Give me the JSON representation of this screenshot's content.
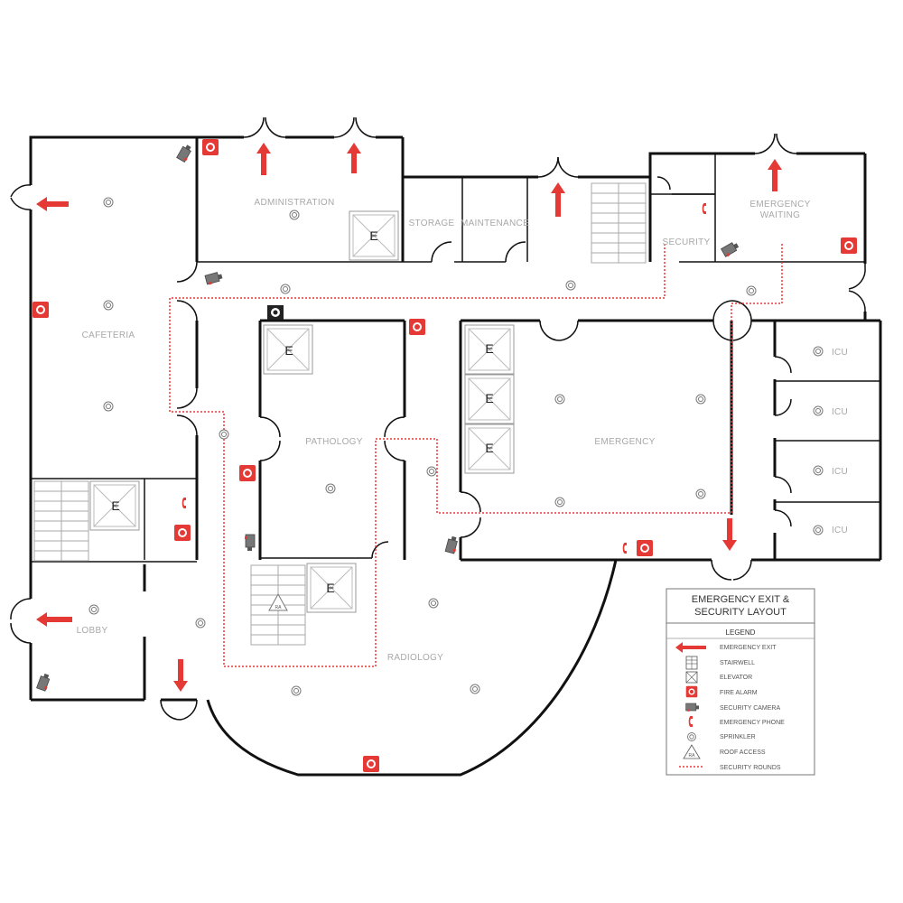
{
  "rooms": {
    "administration": "ADMINISTRATION",
    "storage": "STORAGE",
    "maintenance": "MAINTENANCE",
    "security": "SECURITY",
    "emergency_waiting_1": "EMERGENCY",
    "emergency_waiting_2": "WAITING",
    "cafeteria": "CAFETERIA",
    "pathology": "PATHOLOGY",
    "emergency": "EMERGENCY",
    "icu_1": "ICU",
    "icu_2": "ICU",
    "icu_3": "ICU",
    "icu_4": "ICU",
    "lobby": "LOBBY",
    "radiology": "RADIOLOGY"
  },
  "elevator_label": "E",
  "roof_access_label": "RA",
  "legend": {
    "title_line1": "EMERGENCY EXIT &",
    "title_line2": "SECURITY LAYOUT",
    "heading": "LEGEND",
    "items": [
      {
        "icon": "emergency-exit-arrow",
        "label": "EMERGENCY EXIT"
      },
      {
        "icon": "stairwell-icon",
        "label": "STAIRWELL"
      },
      {
        "icon": "elevator-icon",
        "label": "ELEVATOR"
      },
      {
        "icon": "fire-alarm-icon",
        "label": "FIRE ALARM"
      },
      {
        "icon": "security-camera-icon",
        "label": "SECURITY CAMERA"
      },
      {
        "icon": "emergency-phone-icon",
        "label": "EMERGENCY PHONE"
      },
      {
        "icon": "sprinkler-icon",
        "label": "SPRINKLER"
      },
      {
        "icon": "roof-access-icon",
        "label": "ROOF ACCESS"
      },
      {
        "icon": "security-rounds-line",
        "label": "SECURITY ROUNDS"
      }
    ]
  },
  "colors": {
    "alarm_red": "#e53935",
    "wall": "#111111",
    "label_grey": "#a8a8a8"
  }
}
